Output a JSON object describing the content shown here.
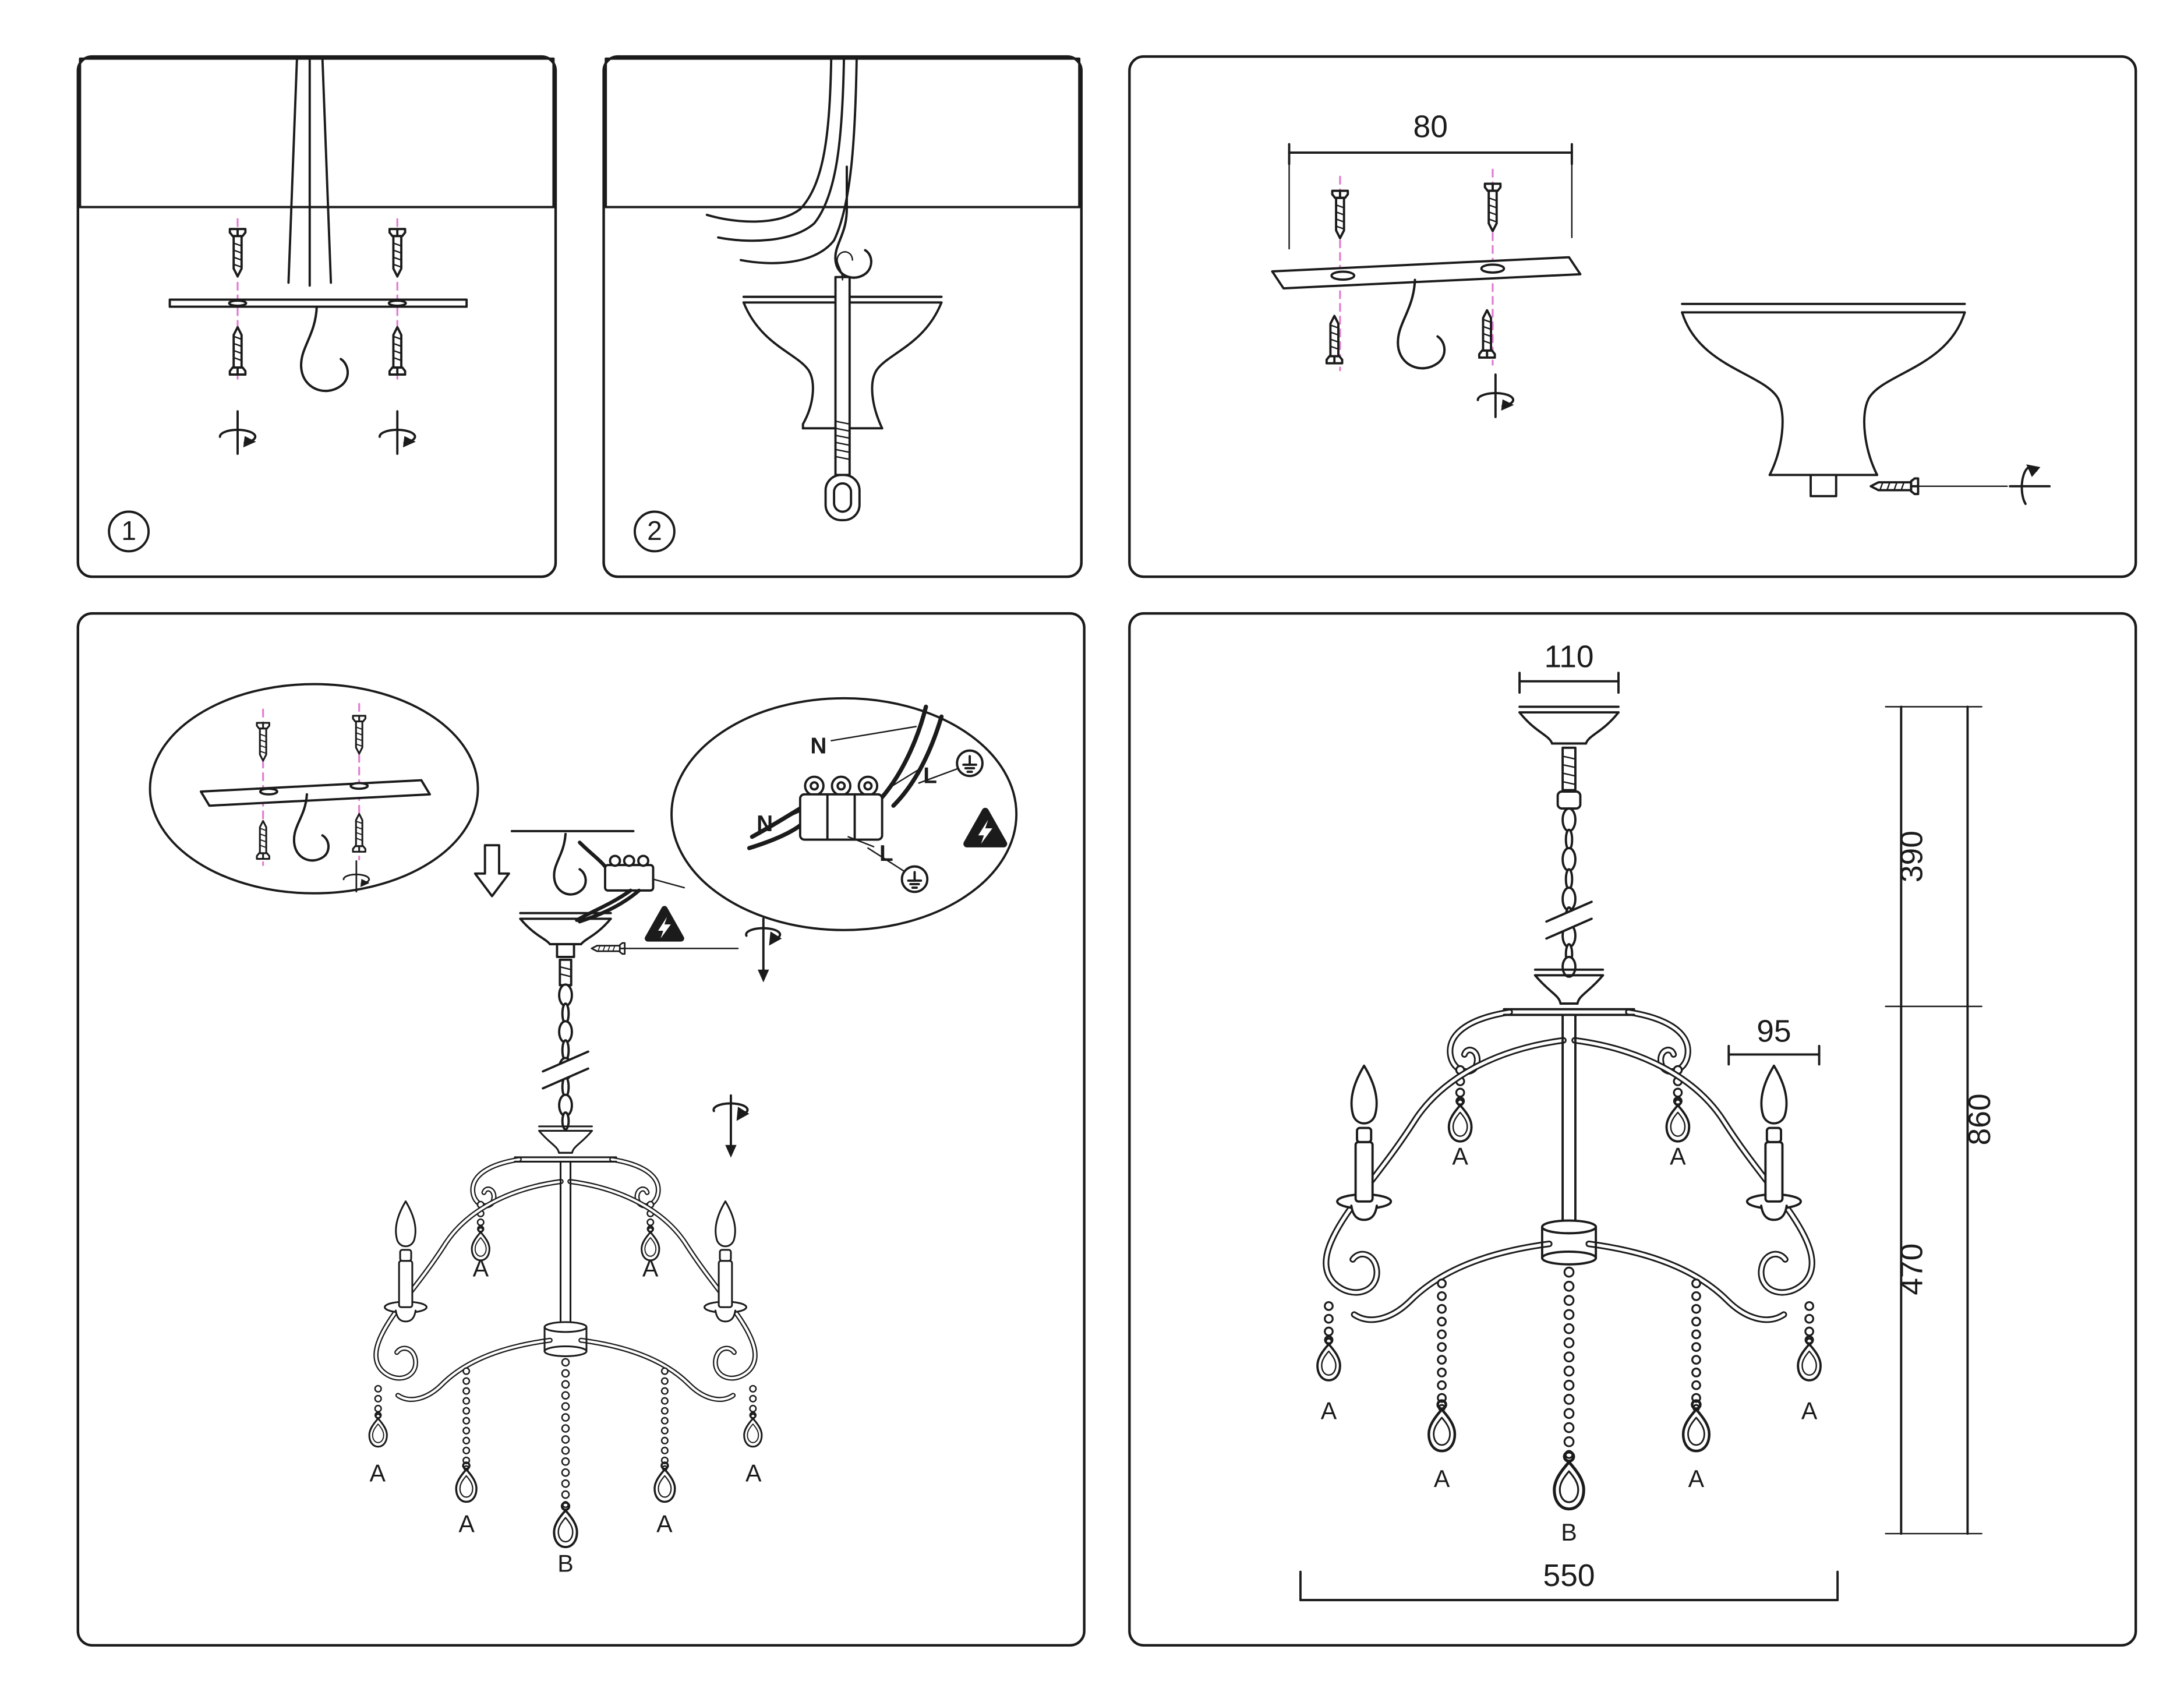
{
  "colors": {
    "line": "#1b1b1b",
    "accent_pink": "#e07bd0",
    "background": "#ffffff"
  },
  "panels": {
    "step1": {
      "number": "1"
    },
    "step2": {
      "number": "2"
    },
    "bracket_detail": {
      "dim_width": "80"
    },
    "assembly": {
      "wiring_labels": {
        "n1": "N",
        "l1": "L",
        "n2": "N",
        "l2": "L"
      },
      "crystal_label_a": "A",
      "crystal_label_b": "B"
    },
    "dimensions_panel": {
      "canopy_width": "110",
      "suspension_height": "390",
      "total_height": "860",
      "fixture_height": "470",
      "candle_spacing": "95",
      "fixture_width": "550",
      "crystal_label_a": "A",
      "crystal_label_b": "B"
    }
  }
}
